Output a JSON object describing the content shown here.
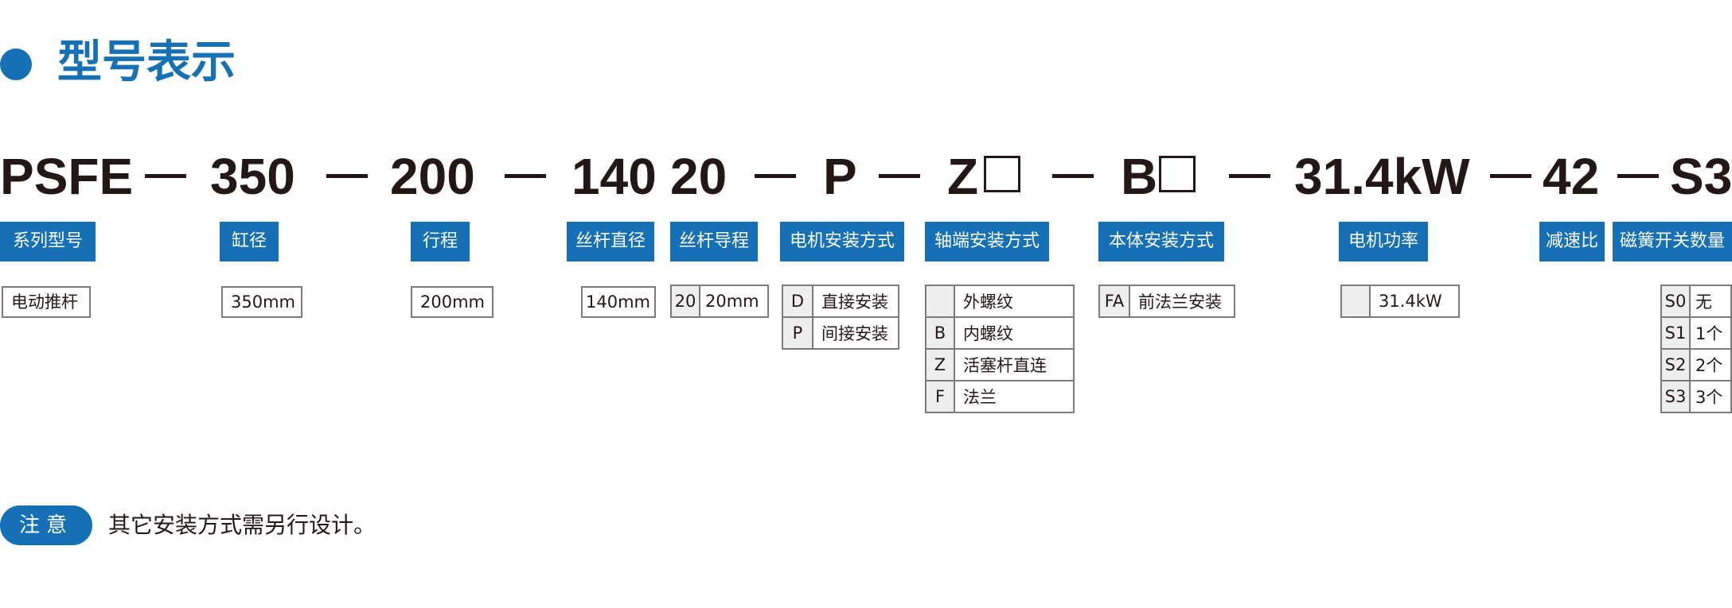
{
  "header": {
    "title": "型号表示"
  },
  "model_code": {
    "series": "PSFE",
    "bore": "350",
    "stroke": "200",
    "screw_diameter": "140",
    "screw_lead": "20",
    "motor_mount": "P",
    "rod_end_prefix": "Z",
    "body_mount_prefix": "B",
    "motor_power": "31.4kW",
    "ratio": "42",
    "switches": "S3"
  },
  "tags": {
    "series": "系列型号",
    "bore": "缸径",
    "stroke": "行程",
    "screw_diameter": "丝杆直径",
    "screw_lead": "丝杆导程",
    "motor_mount": "电机安装方式",
    "rod_end": "轴端安装方式",
    "body_mount": "本体安装方式",
    "motor_power": "电机功率",
    "ratio": "减速比",
    "switches": "磁簧开关数量"
  },
  "values": {
    "series": "电动推杆",
    "bore": "350mm",
    "stroke": "200mm",
    "screw_diameter": "140mm",
    "screw_lead_code": "20",
    "screw_lead": "20mm",
    "motor_power": "31.4kW"
  },
  "options": {
    "motor_mount": [
      {
        "code": "D",
        "label": "直接安装"
      },
      {
        "code": "P",
        "label": "间接安装"
      }
    ],
    "rod_end": [
      {
        "code": "",
        "label": "外螺纹"
      },
      {
        "code": "B",
        "label": "内螺纹"
      },
      {
        "code": "Z",
        "label": "活塞杆直连"
      },
      {
        "code": "F",
        "label": "法兰"
      }
    ],
    "body_mount": [
      {
        "code": "FA",
        "label": "前法兰安装"
      }
    ],
    "switches": [
      {
        "code": "S0",
        "label": "无"
      },
      {
        "code": "S1",
        "label": "1个"
      },
      {
        "code": "S2",
        "label": "2个"
      },
      {
        "code": "S3",
        "label": "3个"
      }
    ]
  },
  "note": {
    "badge": "注意",
    "text": "其它安装方式需另行设计。"
  },
  "colors": {
    "accent": "#1570b5",
    "text": "#231815",
    "border": "#7a7a7a",
    "key_bg": "#eeeeee"
  }
}
